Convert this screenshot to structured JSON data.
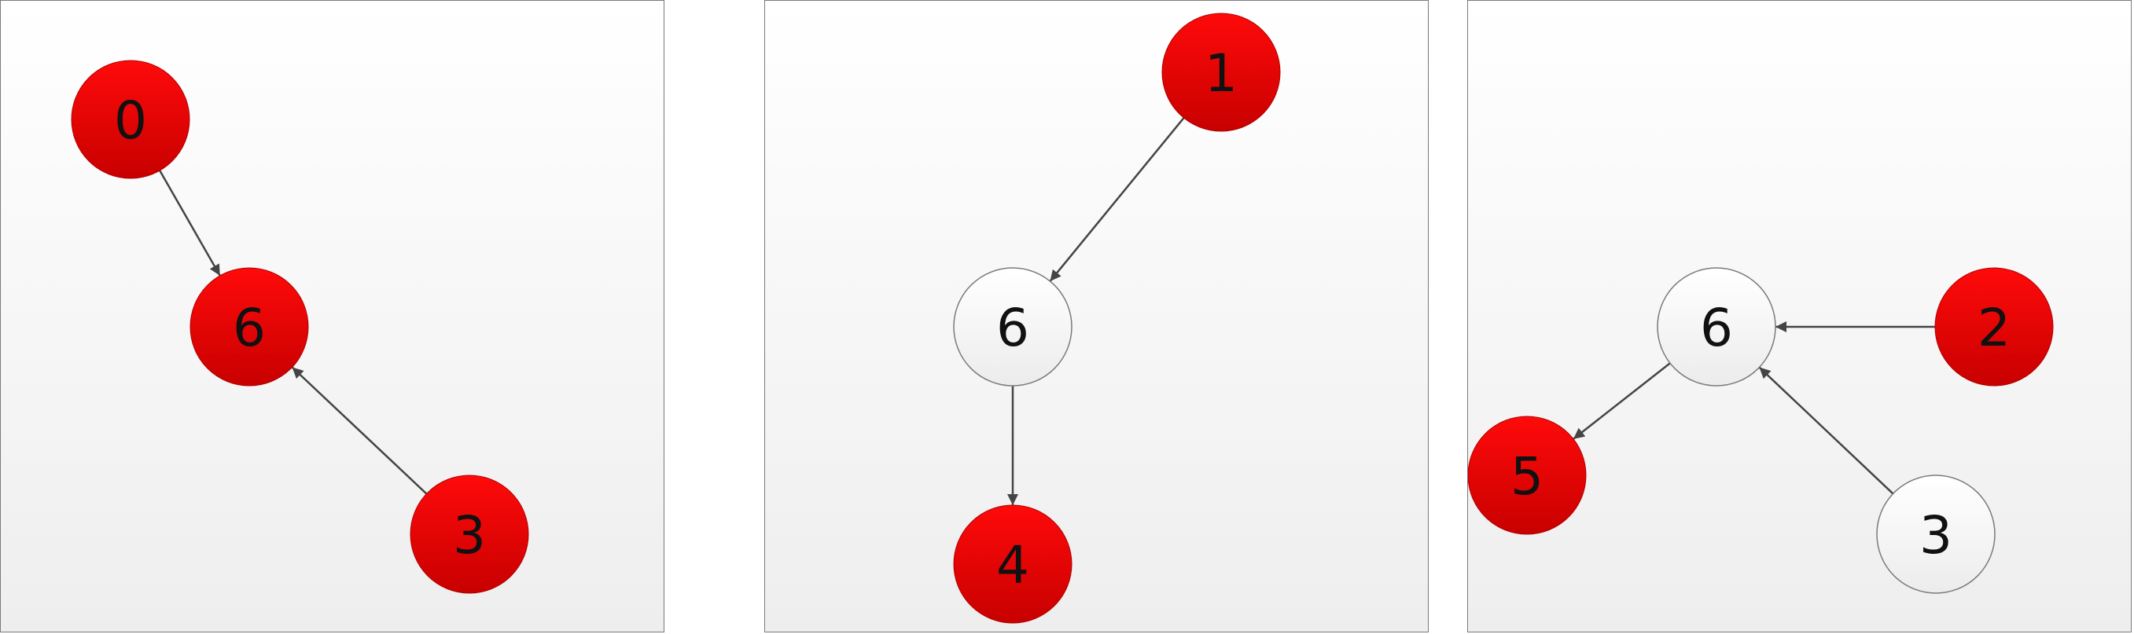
{
  "colors": {
    "red_top": "#ff0a0a",
    "red_bottom": "#c80000",
    "white_top": "#ffffff",
    "white_bottom": "#ececec",
    "edge": "#444444",
    "node_stroke": "#7a7a7a",
    "panel_bg_top": "#ffffff",
    "panel_bg_bottom": "#eeeeee"
  },
  "panels": [
    {
      "nodes": [
        {
          "id": "0",
          "label": "0",
          "fill": "red"
        },
        {
          "id": "6",
          "label": "6",
          "fill": "red"
        },
        {
          "id": "3",
          "label": "3",
          "fill": "red"
        }
      ],
      "edges": [
        {
          "from": "0",
          "to": "6"
        },
        {
          "from": "3",
          "to": "6"
        }
      ]
    },
    {
      "nodes": [
        {
          "id": "1",
          "label": "1",
          "fill": "red"
        },
        {
          "id": "6",
          "label": "6",
          "fill": "white"
        },
        {
          "id": "4",
          "label": "4",
          "fill": "red"
        }
      ],
      "edges": [
        {
          "from": "1",
          "to": "6"
        },
        {
          "from": "6",
          "to": "4"
        }
      ]
    },
    {
      "nodes": [
        {
          "id": "6",
          "label": "6",
          "fill": "white"
        },
        {
          "id": "2",
          "label": "2",
          "fill": "red"
        },
        {
          "id": "5",
          "label": "5",
          "fill": "red"
        },
        {
          "id": "3",
          "label": "3",
          "fill": "white"
        }
      ],
      "edges": [
        {
          "from": "2",
          "to": "6"
        },
        {
          "from": "6",
          "to": "5"
        },
        {
          "from": "3",
          "to": "6"
        }
      ]
    }
  ]
}
